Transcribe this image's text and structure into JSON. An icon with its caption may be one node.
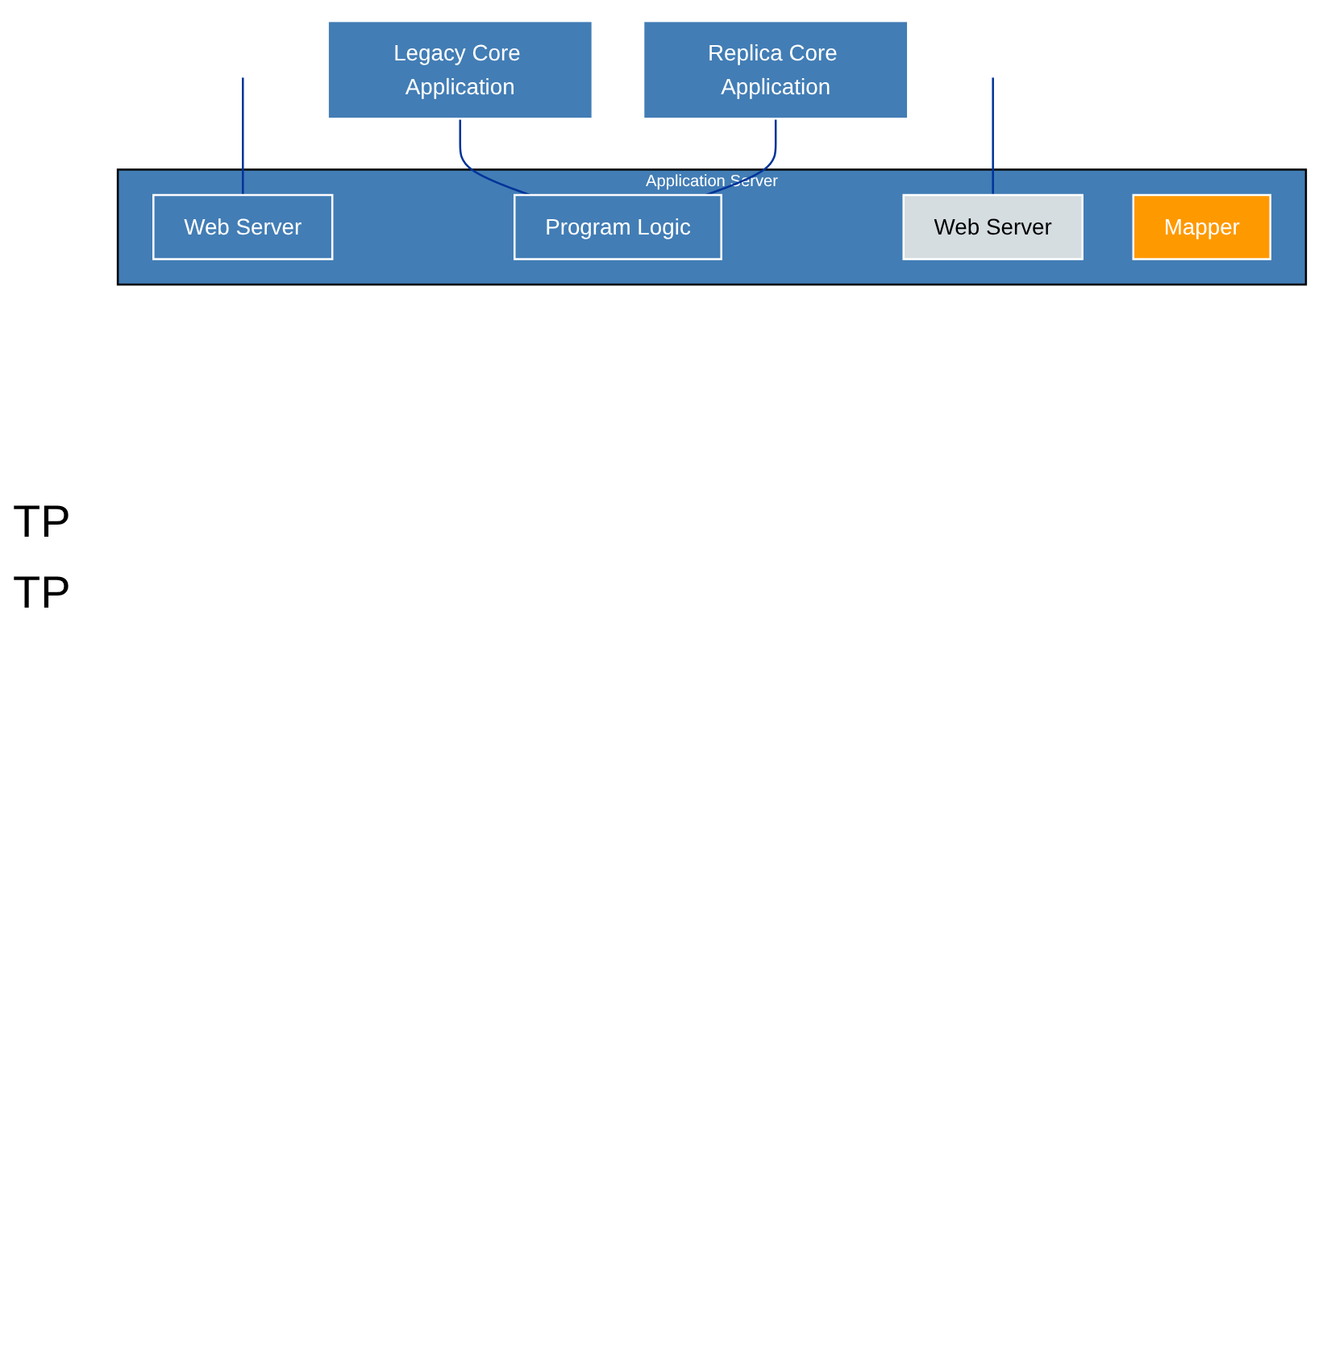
{
  "diagram": {
    "nodes": [
      {
        "text": [
          "Legacy Core Application"
        ]
      },
      {
        "text": [
          "Replica Core Application"
        ]
      },
      {
        "text": [
          "Application Server"
        ]
      },
      {
        "text": [
          "Web Server"
        ],
        "in": 2
      },
      {
        "text": [
          "Program Logic"
        ],
        "in": 2
      },
      {
        "text": [
          "Web Server"
        ],
        "in": 2
      },
      {
        "text": [
          "Mapper"
        ],
        "in": 2
      }
    ],
    "edges": [
      {
        "from": 0,
        "to": 4,
        "arrow": "none"
      },
      {
        "from": 1,
        "to": 4,
        "arrow": "none"
      },
      {
        "from": null,
        "to": 3,
        "arrow": "none"
      },
      {
        "from": null,
        "to": 5,
        "arrow": "none"
      }
    ],
    "labels": [
      "TP",
      "TP"
    ]
  }
}
